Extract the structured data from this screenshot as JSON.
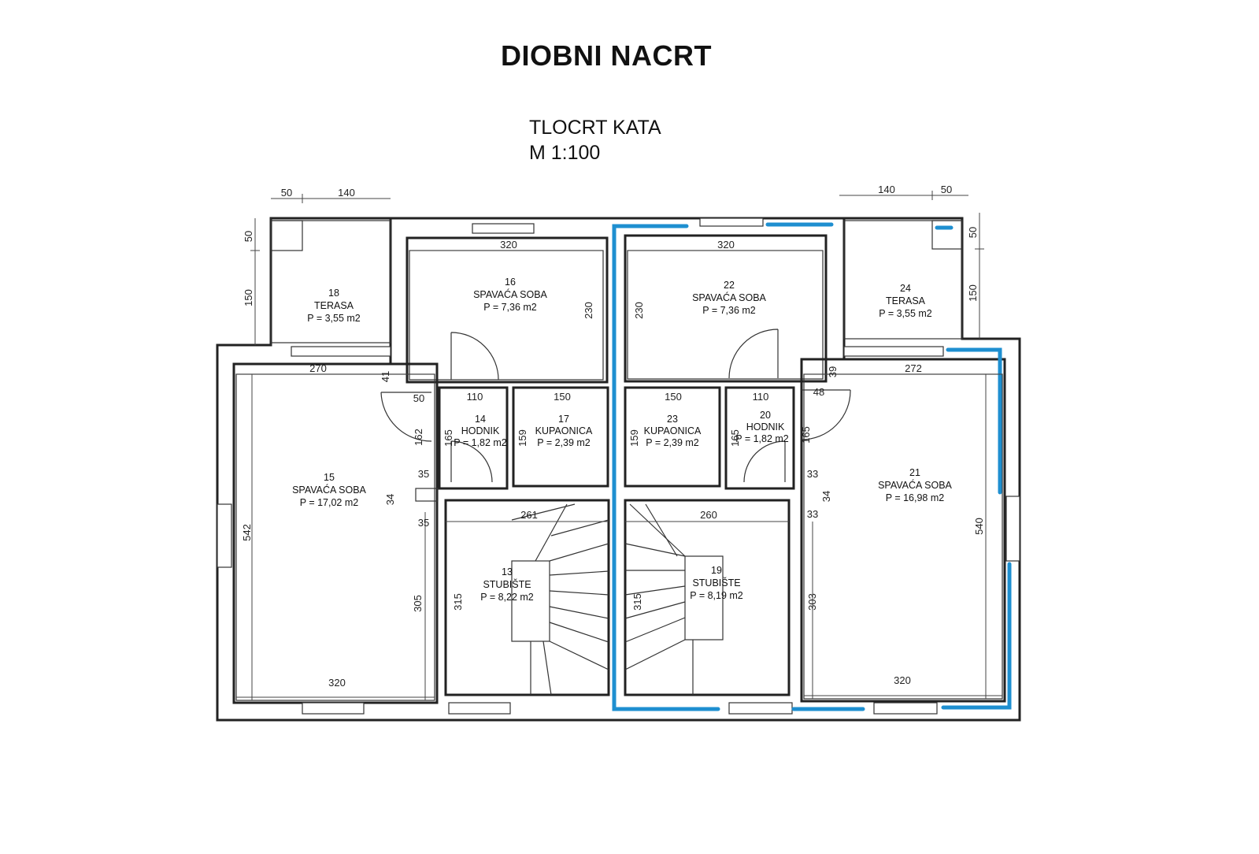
{
  "title": "DIOBNI NACRT",
  "subtitle_line1": "TLOCRT KATA",
  "subtitle_line2": "M 1:100",
  "highlight_color": "#1e8fd0",
  "rooms": [
    {
      "num": "18",
      "name": "TERASA",
      "area": "P = 3,55 m2"
    },
    {
      "num": "16",
      "name": "SPAVAĆA SOBA",
      "area": "P = 7,36 m2"
    },
    {
      "num": "22",
      "name": "SPAVAĆA SOBA",
      "area": "P = 7,36 m2"
    },
    {
      "num": "24",
      "name": "TERASA",
      "area": "P = 3,55 m2"
    },
    {
      "num": "14",
      "name": "HODNIK",
      "area": "P = 1,82 m2"
    },
    {
      "num": "17",
      "name": "KUPAONICA",
      "area": "P = 2,39 m2"
    },
    {
      "num": "23",
      "name": "KUPAONICA",
      "area": "P = 2,39 m2"
    },
    {
      "num": "20",
      "name": "HODNIK",
      "area": "P = 1,82 m2"
    },
    {
      "num": "15",
      "name": "SPAVAĆA SOBA",
      "area": "P = 17,02 m2"
    },
    {
      "num": "21",
      "name": "SPAVAĆA SOBA",
      "area": "P = 16,98 m2"
    },
    {
      "num": "13",
      "name": "STUBIŠTE",
      "area": "P = 8,22 m2"
    },
    {
      "num": "19",
      "name": "STUBIŠTE",
      "area": "P = 8,19 m2"
    }
  ],
  "dims": {
    "top_left_50": "50",
    "top_left_140": "140",
    "top_right_140": "140",
    "top_right_50": "50",
    "left_50": "50",
    "left_150": "150",
    "right_50": "50",
    "right_150": "150",
    "r16_w": "320",
    "r16_h": "230",
    "r22_w": "320",
    "r22_h": "230",
    "r15_w_top": "270",
    "r15_41": "41",
    "r15_h": "542",
    "r15_w_bot": "320",
    "r15_305": "305",
    "d50": "50",
    "d162": "162",
    "d35a": "35",
    "d34a": "34",
    "d35b": "35",
    "r14_w": "110",
    "r14_h": "165",
    "r17_w": "150",
    "r17_h": "159",
    "r23_w": "150",
    "r23_h": "159",
    "r20_w": "110",
    "r20_h": "165",
    "d39": "39",
    "r21_w_top": "272",
    "d48": "48",
    "d165": "165",
    "d33a": "33",
    "d34b": "34",
    "d33b": "33",
    "r21_h": "540",
    "r21_303": "303",
    "r21_w_bot": "320",
    "r13_w": "261",
    "r13_h": "315",
    "r19_w": "260",
    "r19_h": "315"
  }
}
